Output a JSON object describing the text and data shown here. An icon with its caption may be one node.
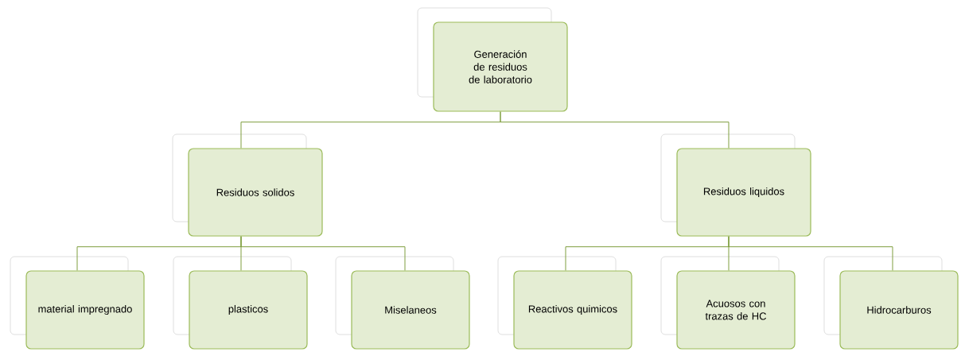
{
  "diagram": {
    "nodes": [
      {
        "text": [
          "Generación de residuos de laboratorio"
        ]
      },
      {
        "text": [
          "Residuos solidos"
        ]
      },
      {
        "text": [
          "Residuos liquidos"
        ]
      },
      {
        "text": [
          "material impregnado"
        ]
      },
      {
        "text": [
          "plasticos"
        ]
      },
      {
        "text": [
          "Miselaneos"
        ]
      },
      {
        "text": [
          "Reactivos quimicos"
        ]
      },
      {
        "text": [
          "Acuosos con trazas de HC"
        ]
      },
      {
        "text": [
          "Hidrocarburos"
        ]
      }
    ],
    "edges": [
      {
        "from": 0,
        "to": 1,
        "arrow": "none"
      },
      {
        "from": 0,
        "to": 2,
        "arrow": "none"
      },
      {
        "from": 1,
        "to": 3,
        "arrow": "none"
      },
      {
        "from": 1,
        "to": 4,
        "arrow": "none"
      },
      {
        "from": 1,
        "to": 5,
        "arrow": "none"
      },
      {
        "from": 2,
        "to": 6,
        "arrow": "none"
      },
      {
        "from": 2,
        "to": 7,
        "arrow": "none"
      },
      {
        "from": 2,
        "to": 8,
        "arrow": "none"
      }
    ]
  }
}
